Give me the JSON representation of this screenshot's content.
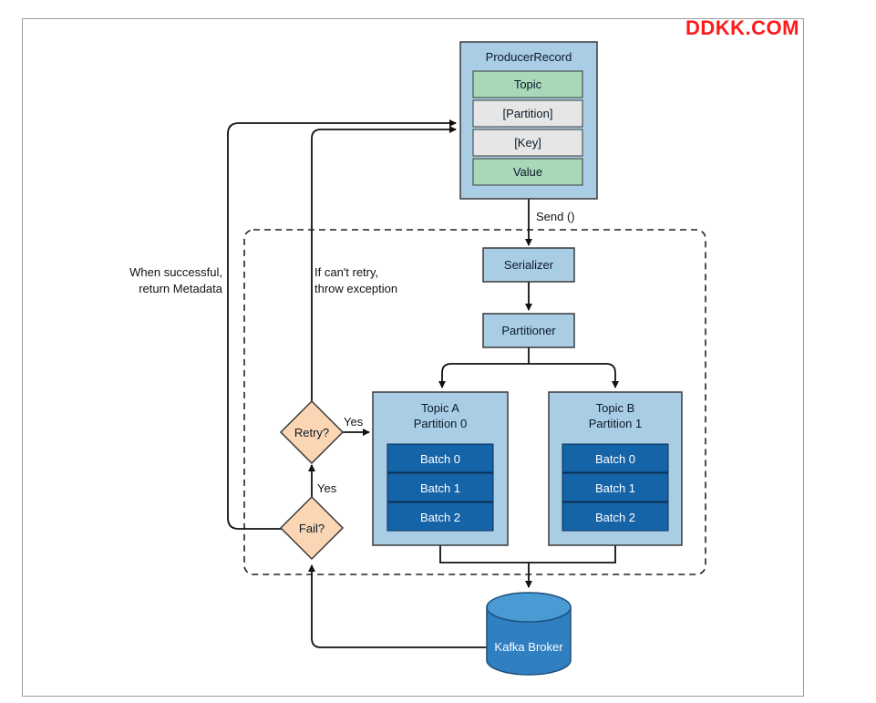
{
  "watermark": "DDKK.COM",
  "producer_record": {
    "title": "ProducerRecord",
    "fields": [
      "Topic",
      "[Partition]",
      "[Key]",
      "Value"
    ]
  },
  "send_label": "Send ()",
  "serializer": "Serializer",
  "partitioner": "Partitioner",
  "topic_a": {
    "line1": "Topic A",
    "line2": "Partition 0",
    "batches": [
      "Batch 0",
      "Batch 1",
      "Batch 2"
    ]
  },
  "topic_b": {
    "line1": "Topic B",
    "line2": "Partition 1",
    "batches": [
      "Batch 0",
      "Batch 1",
      "Batch 2"
    ]
  },
  "retry": "Retry?",
  "fail": "Fail?",
  "yes_right": "Yes",
  "yes_up": "Yes",
  "success_note": {
    "line1": "When successful,",
    "line2": "return Metadata"
  },
  "exception_note": {
    "line1": "If can't retry,",
    "line2": "throw exception"
  },
  "broker": "Kafka Broker",
  "colors": {
    "box_fill": "#a9cde4",
    "box_stroke": "#3a3a3a",
    "topic_fill": "#a8d8b8",
    "gray_fill": "#e6e6e6",
    "batch_fill": "#1664a8",
    "diamond_fill": "#fbd6b4",
    "broker_fill": "#2f7fc1"
  }
}
